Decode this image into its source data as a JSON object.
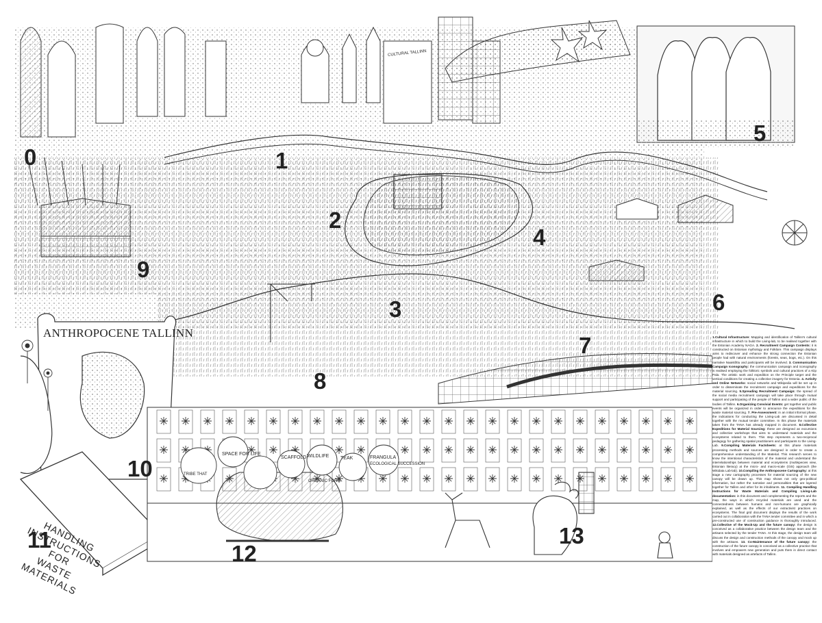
{
  "map": {
    "scroll_title": "ANTHROPOCENE TALLINN",
    "book_lines": [
      "HANDLING",
      "INSTRUCTIONS",
      "FOR",
      "WASTE",
      "MATERIALS"
    ],
    "sign_cultural": "CULTURAL TALLINN",
    "bubbles": [
      "SPACE FOR LIFE",
      "SCAFFOLD",
      "WILDLIFE",
      "TEAK",
      "FRANGULA",
      "ECOLOGICAL SUCCESSION",
      "ORGANIC FORM",
      "TRIBE THAT"
    ],
    "numbers": [
      "0",
      "1",
      "2",
      "3",
      "4",
      "5",
      "6",
      "7",
      "8",
      "9",
      "10",
      "11",
      "12",
      "13"
    ]
  },
  "legend": [
    {
      "title": "1.Cultural Infrastructure:",
      "text": "Mapping and identification of Tallinn's cultural infrastructure in which to build the Living-lab, to be realised together with the Estonian Academy NAGA."
    },
    {
      "title": "2. Recruitment Campaign Contents:",
      "text": "it is constructed on Estonian mythology and Folklore. This campaign displays aims to rediscover and enhance the strong connection the Estonian people had with natural environments (forests, seas, bogs, etc.). On this narrative Naaistõttu and participants will be involved."
    },
    {
      "title": "3. Communication Campaign Iconography:",
      "text": "the communication campaign and iconography is realised employing the folkloric symbols and cultural practices of a Kiip Pala. The artistic work and expedition on the Principle target and the vertical conditions for creating a collective imagery for Estonia."
    },
    {
      "title": "4. Activity and Online Networks:",
      "text": "social networks and Wikipedia will be set up in order to disseminate the recruitment campaign and expeditions for the material sourcing."
    },
    {
      "title": "5.Spreading Recruitment Campaign:",
      "text": "the spread of the social media recruitment campaign will take place through mutual support and participating of the people of Tallinn and a wider public of the bodies of Tallinn."
    },
    {
      "title": "6.Organizing Convivial Events:",
      "text": "get together and public events will be organized in order to announce the expeditions for the waste material sourcing."
    },
    {
      "title": "7. Pre-Assessment:",
      "text": "in an initial informal phase, the indications for conducting the Living-Lab are discussed in detail together with the mutual tender committee. In this phase the materials taken from the TANA has already mapped in document."
    },
    {
      "title": "8.Collective Expeditions for Material Sourcing:",
      "text": "these are designed as excursions and collective workshops that aims to understand materials and the ecosystems related to them. This step represents a two-reciprocal pedagogy for gathering spatial practitioners and participants to the Living-Lab."
    },
    {
      "title": "9.Compiling Materials Factsheets:",
      "text": "at this phase materials processing methods and sources are designed in order to create a comprehensive understanding of the Material. This research serves to know the intentional characteristics of the material and understand the interrelationships between material and ecosystems (multispecies view, Estonian literacy) at the micro- and macro-scale (GIS) approach (the Wikidata Lab-lab)."
    },
    {
      "title": "10.Compiling the Anthropocene Cartography:",
      "text": "at this stage a new cartography processes for material sourcing of the new canopy will be drawn up. This map shows not only geo-political information, but rather the narrative and personalities that are layered together for Tallinn and other for its inhabitants."
    },
    {
      "title": "11. Compiling Handling Instructions for Waste Materials and Compiling Living-Lab documentation:",
      "text": "in this document and complementing the reports and the map, the ways in which recycled materials are used and the connectedness between humans and non-humans are graphically explained, as well as the effects of our extractivist practices on ecosystems. The final grid document displays the results of the work carried out in collaboration with the TANA tender committee and in which a pre-constructed use of construction guidance is thoroughly introduced."
    },
    {
      "title": "12.Collective of the Mock-Up and the future canopy:",
      "text": "the design is conceived as a collaborative practice between the design team and the artisans selected by the tender TANA. At this stage, the design team will discuss the design and construction methods of the canopy and mock up with the artisans."
    },
    {
      "title": "13. Co-Maintenance of the future canopy:",
      "text": "the construction of the future canopy is conceived as a collective practice that involves and empowers new generation and puts them in direct contact with materials designed as artefacts of Tallinn."
    }
  ]
}
